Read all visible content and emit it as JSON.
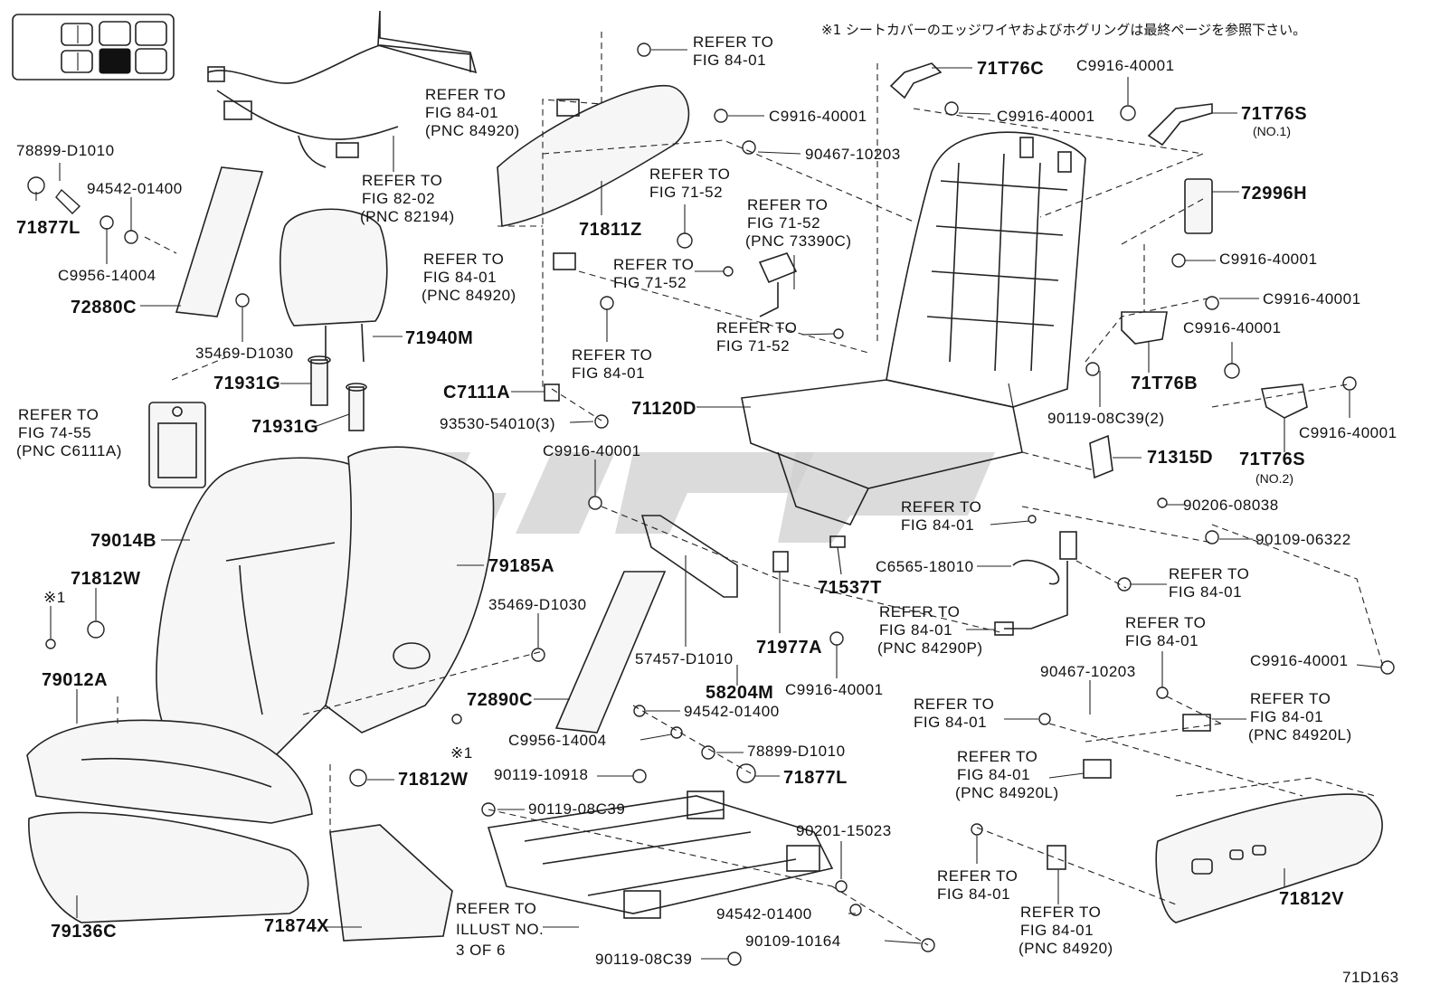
{
  "note": "※1 シートカバーのエッジワイヤおよびホグリングは最終ページを参照下さい。",
  "page_code": "71D163",
  "labels": {
    "l_78899_a": "78899-D1010",
    "l_94542_a": "94542-01400",
    "l_71877L_a": "71877L",
    "l_C9956_a": "C9956-14004",
    "l_72880C": "72880C",
    "l_35469_a": "35469-D1030",
    "l_71940M": "71940M",
    "l_71931G_a": "71931G",
    "l_71931G_b": "71931G",
    "r_7455_1": "REFER TO",
    "r_7455_2": "FIG 74-55",
    "r_7455_3": "(PNC C6111A)",
    "r_8202_1": "REFER TO",
    "r_8202_2": "FIG 82-02",
    "r_8202_3": "(PNC 82194)",
    "r_8401_top_1": "REFER TO",
    "r_8401_top_2": "FIG 84-01",
    "r_8401_a_1": "REFER TO",
    "r_8401_a_2": "FIG 84-01",
    "r_8401_a_3": "(PNC 84920)",
    "l_C9916_a": "C9916-40001",
    "l_90467_a": "90467-10203",
    "l_71811Z": "71811Z",
    "r_7152_a_1": "REFER TO",
    "r_7152_a_2": "FIG 71-52",
    "r_7152_b_1": "REFER TO",
    "r_7152_b_2": "FIG 71-52",
    "r_7152_b_3": "(PNC 73390C)",
    "r_8401_b_1": "REFER TO",
    "r_8401_b_2": "FIG 84-01",
    "r_8401_b_3": "(PNC 84920)",
    "r_7152_c_1": "REFER TO",
    "r_7152_c_2": "FIG 71-52",
    "r_7152_d_1": "REFER TO",
    "r_7152_d_2": "FIG 71-52",
    "r_8401_c_1": "REFER TO",
    "r_8401_c_2": "FIG 84-01",
    "l_C7111A": "C7111A",
    "l_93530": "93530-54010(3)",
    "l_71120D": "71120D",
    "l_79014B": "79014B",
    "l_79185A": "79185A",
    "l_C9916_b": "C9916-40001",
    "l_71812W_a": "71812W",
    "l_note1_a": "※1",
    "l_79012A": "79012A",
    "l_35469_b": "35469-D1030",
    "l_57457": "57457-D1010",
    "l_58204M": "58204M",
    "l_71977A": "71977A",
    "l_C9916_c": "C9916-40001",
    "l_72890C": "72890C",
    "l_94542_b": "94542-01400",
    "l_C9956_b": "C9956-14004",
    "l_78899_b": "78899-D1010",
    "l_71877L_b": "71877L",
    "l_note1_b": "※1",
    "l_90119_10918": "90119-10918",
    "l_71812W_b": "71812W",
    "l_90119_08C39_a": "90119-08C39",
    "l_79136C": "79136C",
    "l_71874X": "71874X",
    "r_ill_1": "REFER TO",
    "r_ill_2": "ILLUST NO.",
    "r_ill_3": "3 OF 6",
    "l_90201": "90201-15023",
    "l_94542_c": "94542-01400",
    "l_90109_10164": "90109-10164",
    "l_90119_08C39_b": "90119-08C39",
    "l_71T76C": "71T76C",
    "l_C9916_d": "C9916-40001",
    "l_C9916_e": "C9916-40001",
    "l_71T76S_a": "71T76S",
    "l_no1": "(NO.1)",
    "l_72996H": "72996H",
    "l_C9916_f": "C9916-40001",
    "l_C9916_g": "C9916-40001",
    "l_C9916_h": "C9916-40001",
    "l_71T76B": "71T76B",
    "l_90119_08C39_c": "90119-08C39(2)",
    "l_C9916_i": "C9916-40001",
    "l_71T76S_b": "71T76S",
    "l_no2": "(NO.2)",
    "l_71315D": "71315D",
    "l_90206": "90206-08038",
    "l_90109_06322": "90109-06322",
    "r_8401_d_1": "REFER TO",
    "r_8401_d_2": "FIG 84-01",
    "l_71537T": "71537T",
    "l_C6565": "C6565-18010",
    "r_8401_e_1": "REFER TO",
    "r_8401_e_2": "FIG 84-01",
    "r_8401_f_1": "REFER TO",
    "r_8401_f_2": "FIG 84-01",
    "r_8401_f_3": "(PNC 84290P)",
    "r_8401_g_1": "REFER TO",
    "r_8401_g_2": "FIG 84-01",
    "l_C9916_j": "C9916-40001",
    "l_90467_b": "90467-10203",
    "r_8401_h_1": "REFER TO",
    "r_8401_h_2": "FIG 84-01",
    "r_8401_i_1": "REFER TO",
    "r_8401_i_2": "FIG 84-01",
    "r_8401_i_3": "(PNC 84920L)",
    "r_8401_j_1": "REFER TO",
    "r_8401_j_2": "FIG 84-01",
    "r_8401_j_3": "(PNC 84920L)",
    "r_8401_k_1": "REFER TO",
    "r_8401_k_2": "FIG 84-01",
    "r_8401_l_1": "REFER TO",
    "r_8401_l_2": "FIG 84-01",
    "r_8401_l_3": "(PNC 84920)",
    "l_71812V": "71812V"
  }
}
